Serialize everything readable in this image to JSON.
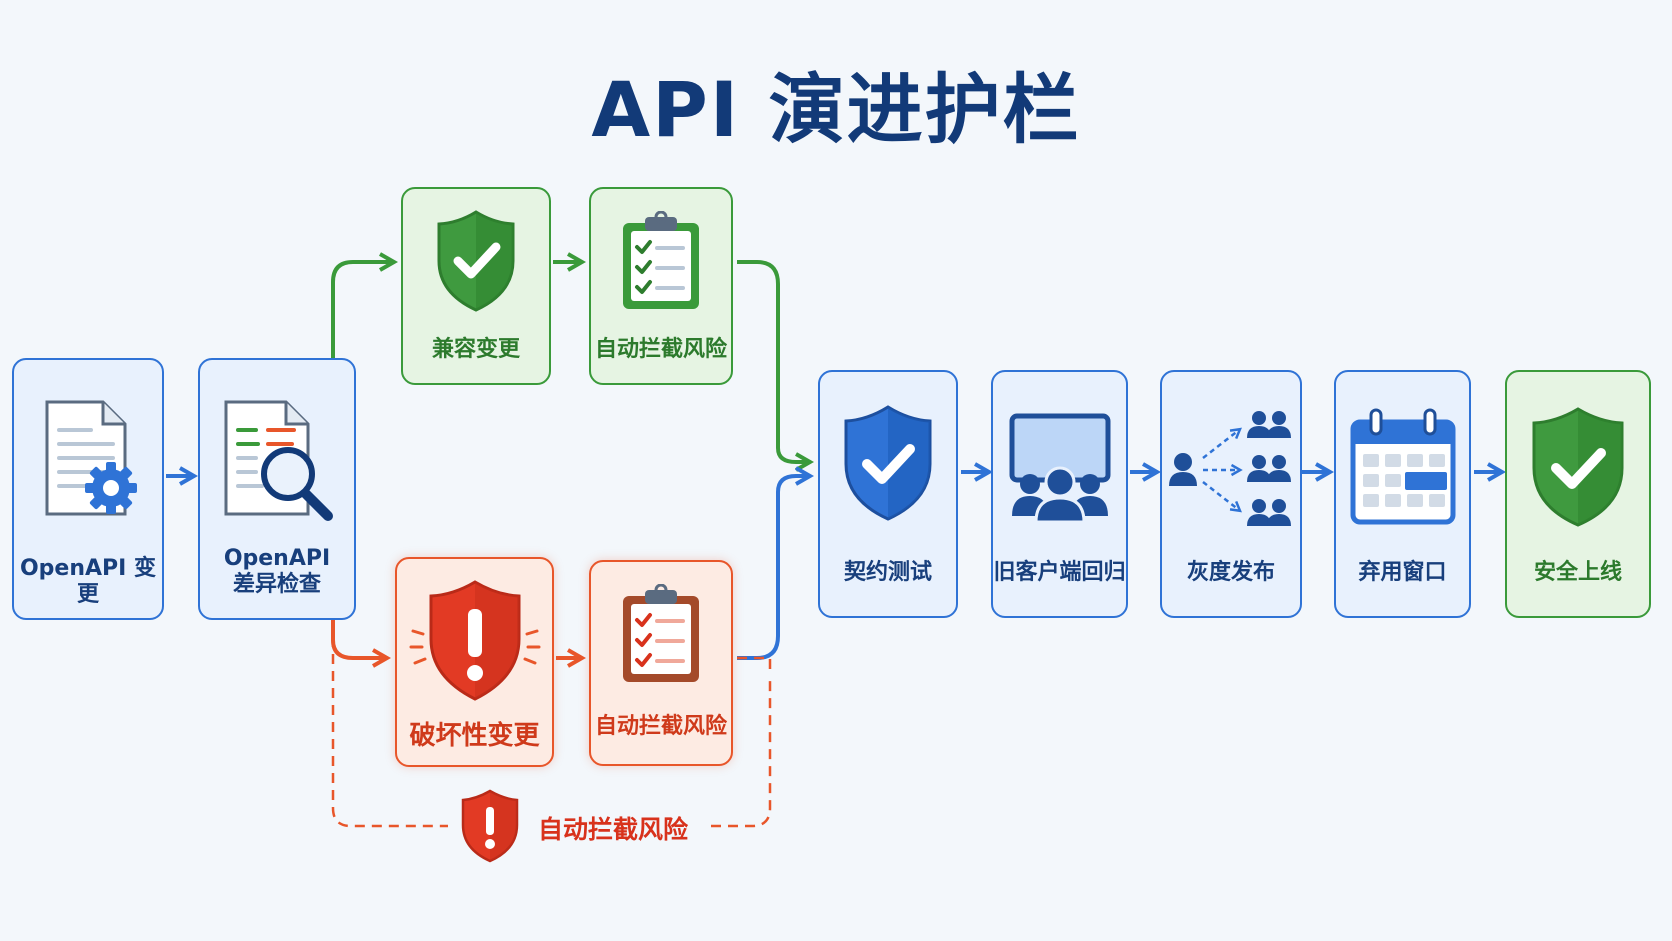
{
  "title": "API 演进护栏",
  "colors": {
    "title": "#123a78",
    "blue": "#2f73d6",
    "green": "#3a9a3a",
    "red": "#e8562a"
  },
  "nodes": {
    "openapi_change": {
      "label": "OpenAPI 变更",
      "icon": "document-gear-icon"
    },
    "diff_check": {
      "label_line1": "OpenAPI",
      "label_line2": "差异检查",
      "icon": "document-magnifier-icon"
    },
    "compatible": {
      "label": "兼容变更",
      "icon": "shield-check-icon"
    },
    "green_block": {
      "label": "自动拦截风险",
      "icon": "clipboard-checklist-icon"
    },
    "breaking": {
      "label": "破坏性变更",
      "icon": "shield-alert-icon"
    },
    "red_block": {
      "label": "自动拦截风险",
      "icon": "clipboard-checklist-icon"
    },
    "contract_test": {
      "label": "契约测试",
      "icon": "shield-check-icon"
    },
    "legacy_regression": {
      "label": "旧客户端回归",
      "icon": "screen-users-icon"
    },
    "canary": {
      "label": "灰度发布",
      "icon": "user-distribution-icon"
    },
    "deprecation": {
      "label": "弃用窗口",
      "icon": "calendar-icon"
    },
    "release": {
      "label": "安全上线",
      "icon": "shield-check-icon"
    }
  },
  "legend": {
    "label": "自动拦截风险",
    "icon": "shield-alert-icon"
  }
}
